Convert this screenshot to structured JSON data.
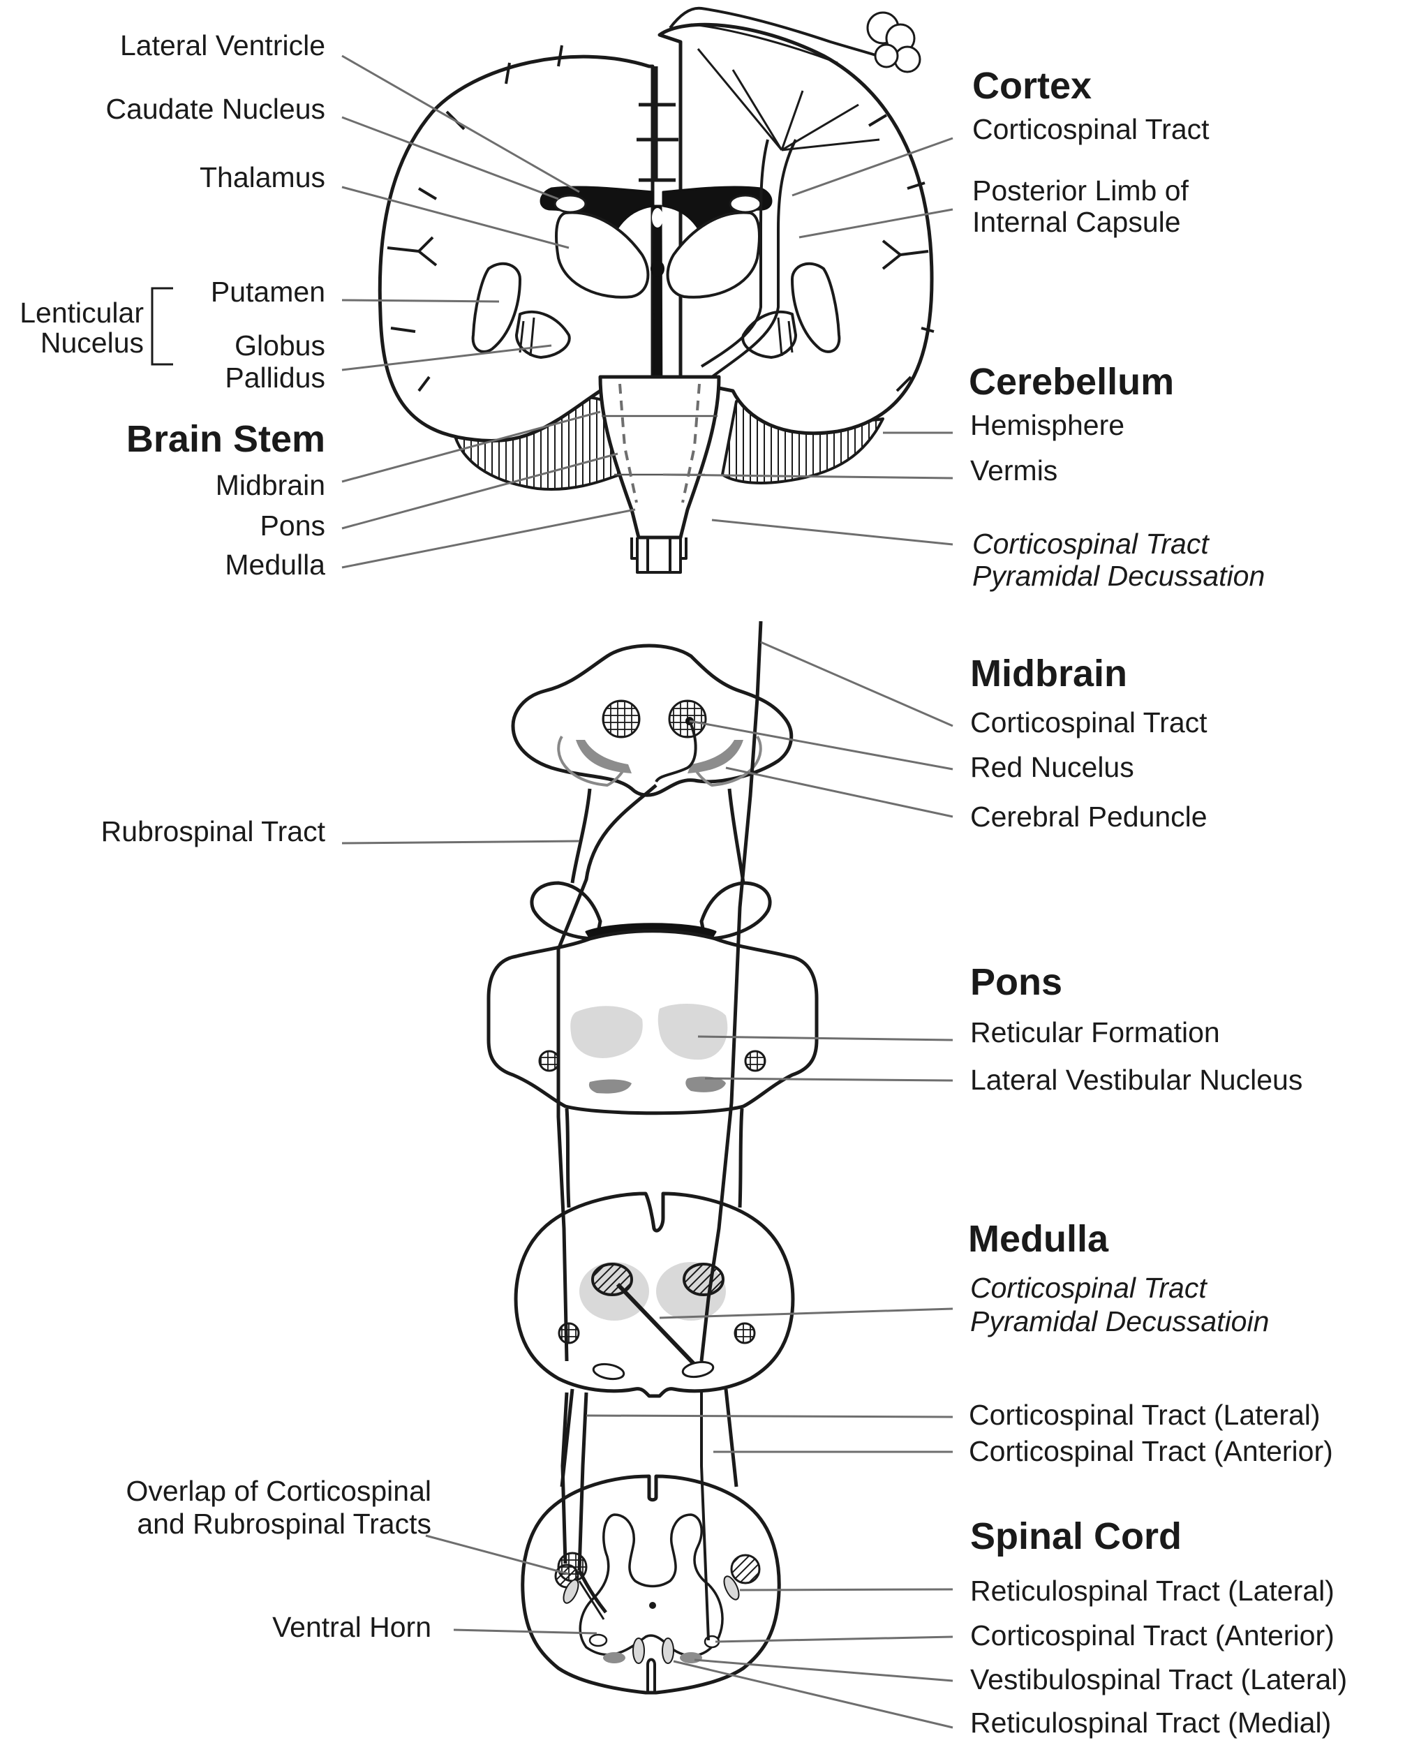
{
  "left_labels": {
    "lateral_ventricle": "Lateral Ventricle",
    "caudate_nucleus": "Caudate Nucleus",
    "thalamus": "Thalamus",
    "lenticular_line1": "Lenticular",
    "lenticular_line2": "Nucelus",
    "putamen": "Putamen",
    "globus_line1": "Globus",
    "globus_line2": "Pallidus",
    "brain_stem": "Brain Stem",
    "midbrain": "Midbrain",
    "pons": "Pons",
    "medulla": "Medulla",
    "rubrospinal_tract": "Rubrospinal Tract",
    "overlap_line1": "Overlap of Corticospinal",
    "overlap_line2": "and Rubrospinal Tracts",
    "ventral_horn": "Ventral Horn"
  },
  "right_labels": {
    "cortex": "Cortex",
    "cortex_corticospinal": "Corticospinal Tract",
    "plic_line1": "Posterior Limb of",
    "plic_line2": "Internal Capsule",
    "cerebellum": "Cerebellum",
    "hemisphere": "Hemisphere",
    "vermis": "Vermis",
    "pyramidal_top_line1": "Corticospinal Tract",
    "pyramidal_top_line2": "Pyramidal Decussation",
    "midbrain": "Midbrain",
    "midbrain_corticospinal": "Corticospinal Tract",
    "red_nucleus": "Red Nucelus",
    "cerebral_peduncle": "Cerebral Peduncle",
    "pons": "Pons",
    "reticular_formation": "Reticular Formation",
    "lateral_vestibular_nucleus": "Lateral Vestibular Nucleus",
    "medulla": "Medulla",
    "medulla_line1": "Corticospinal Tract",
    "medulla_line2": "Pyramidal Decussatioin",
    "cst_lateral": "Corticospinal Tract (Lateral)",
    "cst_anterior": "Corticospinal Tract (Anterior)",
    "spinal_cord": "Spinal Cord",
    "reticulospinal_lateral": "Reticulospinal Tract (Lateral)",
    "cst_anterior_2": "Corticospinal Tract (Anterior)",
    "vestibulospinal_lateral": "Vestibulospinal Tract (Lateral)",
    "reticulospinal_medial": "Reticulospinal Tract (Medial)"
  },
  "colors": {
    "outline": "#1a1a1a",
    "leader": "#6e6e6e",
    "light_gray": "#d9d9d9",
    "mid_gray": "#8c8c8c"
  }
}
